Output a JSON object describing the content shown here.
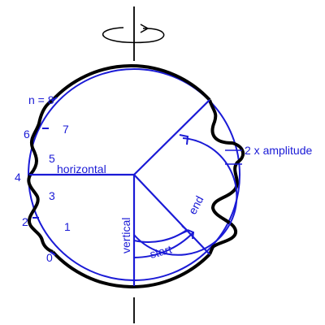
{
  "labels": {
    "n_top": "n = 8",
    "n7": "7",
    "n6": "6",
    "n5": "5",
    "n4": "4",
    "n3": "3",
    "n2": "2",
    "n1": "1",
    "n0": "0",
    "horizontal": "horizontal",
    "vertical": "vertical",
    "start": "start",
    "end": "end",
    "amplitude": "2 x amplitude"
  },
  "colors": {
    "outline": "#000000",
    "accent": "#1a1ad6"
  }
}
